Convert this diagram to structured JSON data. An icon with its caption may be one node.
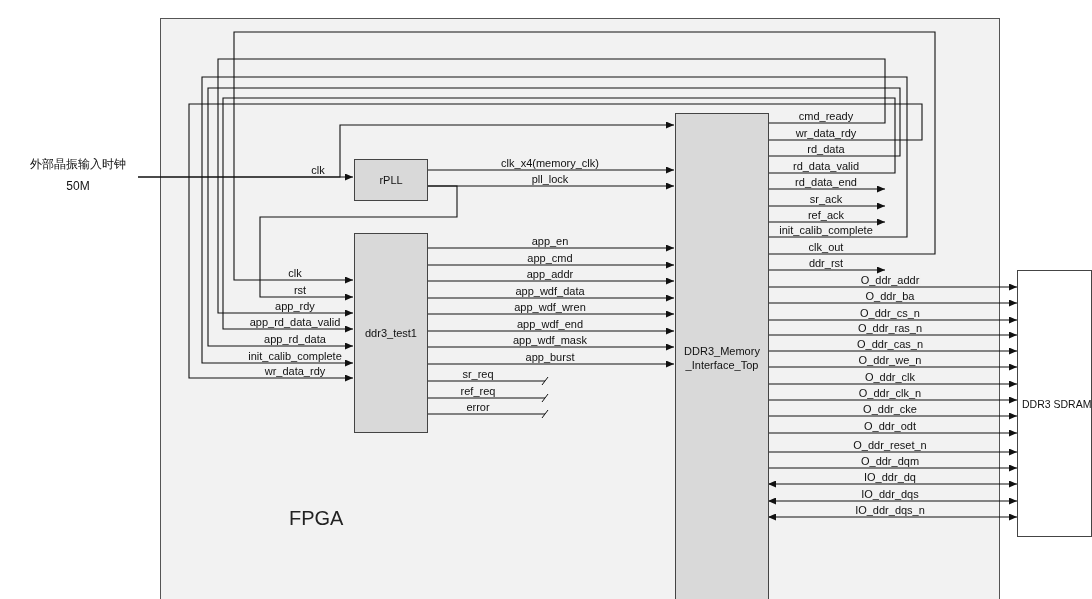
{
  "diagram": {
    "nodes": [
      {
        "text": [
          "FPGA"
        ]
      },
      {
        "text": [
          "外部晶振输入时钟",
          "50M"
        ]
      },
      {
        "text": [
          "rPLL"
        ],
        "in": 0
      },
      {
        "text": [
          "ddr3_test1"
        ],
        "in": 0
      },
      {
        "text": [
          "DDR3_Memory _Interface_Top"
        ],
        "in": 0
      },
      {
        "text": [
          "DDR3 SDRAM"
        ]
      }
    ],
    "edges": [
      {
        "from": 1,
        "to": 2,
        "arrow": "to",
        "label": "clk"
      },
      {
        "from": 1,
        "to": 4,
        "arrow": "to"
      },
      {
        "from": 2,
        "to": 4,
        "arrow": "to",
        "label": "clk_x4(memory_clk)"
      },
      {
        "from": 2,
        "to": 4,
        "arrow": "to",
        "label": "pll_lock"
      },
      {
        "from": 2,
        "to": 3,
        "arrow": "to",
        "label": "rst"
      },
      {
        "from": 4,
        "to": 3,
        "arrow": "to",
        "label": "cmd_ready"
      },
      {
        "from": 4,
        "to": 3,
        "arrow": "to",
        "label": "wr_data_rdy"
      },
      {
        "from": 4,
        "to": 3,
        "arrow": "to",
        "label": "rd_data"
      },
      {
        "from": 4,
        "to": 3,
        "arrow": "to",
        "label": "rd_data_valid"
      },
      {
        "from": 4,
        "to": 3,
        "arrow": "to",
        "label": "init_calib_complete"
      },
      {
        "from": 4,
        "to": 3,
        "arrow": "to",
        "label": "clk_out"
      },
      {
        "from": 4,
        "to": null,
        "arrow": "to",
        "label": "rd_data_end"
      },
      {
        "from": 4,
        "to": null,
        "arrow": "to",
        "label": "sr_ack"
      },
      {
        "from": 4,
        "to": null,
        "arrow": "to",
        "label": "ref_ack"
      },
      {
        "from": 4,
        "to": null,
        "arrow": "to",
        "label": "ddr_rst"
      },
      {
        "from": 3,
        "to": 4,
        "arrow": "to",
        "label": "app_en"
      },
      {
        "from": 3,
        "to": 4,
        "arrow": "to",
        "label": "app_cmd"
      },
      {
        "from": 3,
        "to": 4,
        "arrow": "to",
        "label": "app_addr"
      },
      {
        "from": 3,
        "to": 4,
        "arrow": "to",
        "label": "app_wdf_data"
      },
      {
        "from": 3,
        "to": 4,
        "arrow": "to",
        "label": "app_wdf_wren"
      },
      {
        "from": 3,
        "to": 4,
        "arrow": "to",
        "label": "app_wdf_end"
      },
      {
        "from": 3,
        "to": 4,
        "arrow": "to",
        "label": "app_wdf_mask"
      },
      {
        "from": 3,
        "to": 4,
        "arrow": "to",
        "label": "app_burst"
      },
      {
        "from": 3,
        "to": null,
        "arrow": "other",
        "label": "sr_req"
      },
      {
        "from": 3,
        "to": null,
        "arrow": "other",
        "label": "ref_req"
      },
      {
        "from": 3,
        "to": null,
        "arrow": "other",
        "label": "error"
      },
      {
        "from": 4,
        "to": 5,
        "arrow": "to",
        "label": "O_ddr_addr"
      },
      {
        "from": 4,
        "to": 5,
        "arrow": "to",
        "label": "O_ddr_ba"
      },
      {
        "from": 4,
        "to": 5,
        "arrow": "to",
        "label": "O_ddr_cs_n"
      },
      {
        "from": 4,
        "to": 5,
        "arrow": "to",
        "label": "O_ddr_ras_n"
      },
      {
        "from": 4,
        "to": 5,
        "arrow": "to",
        "label": "O_ddr_cas_n"
      },
      {
        "from": 4,
        "to": 5,
        "arrow": "to",
        "label": "O_ddr_we_n"
      },
      {
        "from": 4,
        "to": 5,
        "arrow": "to",
        "label": "O_ddr_clk"
      },
      {
        "from": 4,
        "to": 5,
        "arrow": "to",
        "label": "O_ddr_clk_n"
      },
      {
        "from": 4,
        "to": 5,
        "arrow": "to",
        "label": "O_ddr_cke"
      },
      {
        "from": 4,
        "to": 5,
        "arrow": "to",
        "label": "O_ddr_odt"
      },
      {
        "from": 4,
        "to": 5,
        "arrow": "to",
        "label": "O_ddr_reset_n"
      },
      {
        "from": 4,
        "to": 5,
        "arrow": "to",
        "label": "O_ddr_dqm"
      },
      {
        "from": 4,
        "to": 5,
        "arrow": "both",
        "label": "IO_ddr_dq"
      },
      {
        "from": 4,
        "to": 5,
        "arrow": "both",
        "label": "IO_ddr_dqs"
      },
      {
        "from": 4,
        "to": 5,
        "arrow": "both",
        "label": "IO_ddr_dqs_n"
      }
    ],
    "labels": [
      "clk",
      "app_rdy",
      "app_rd_data_valid",
      "app_rd_data",
      "init_calib_complete",
      "wr_data_rdy"
    ]
  }
}
